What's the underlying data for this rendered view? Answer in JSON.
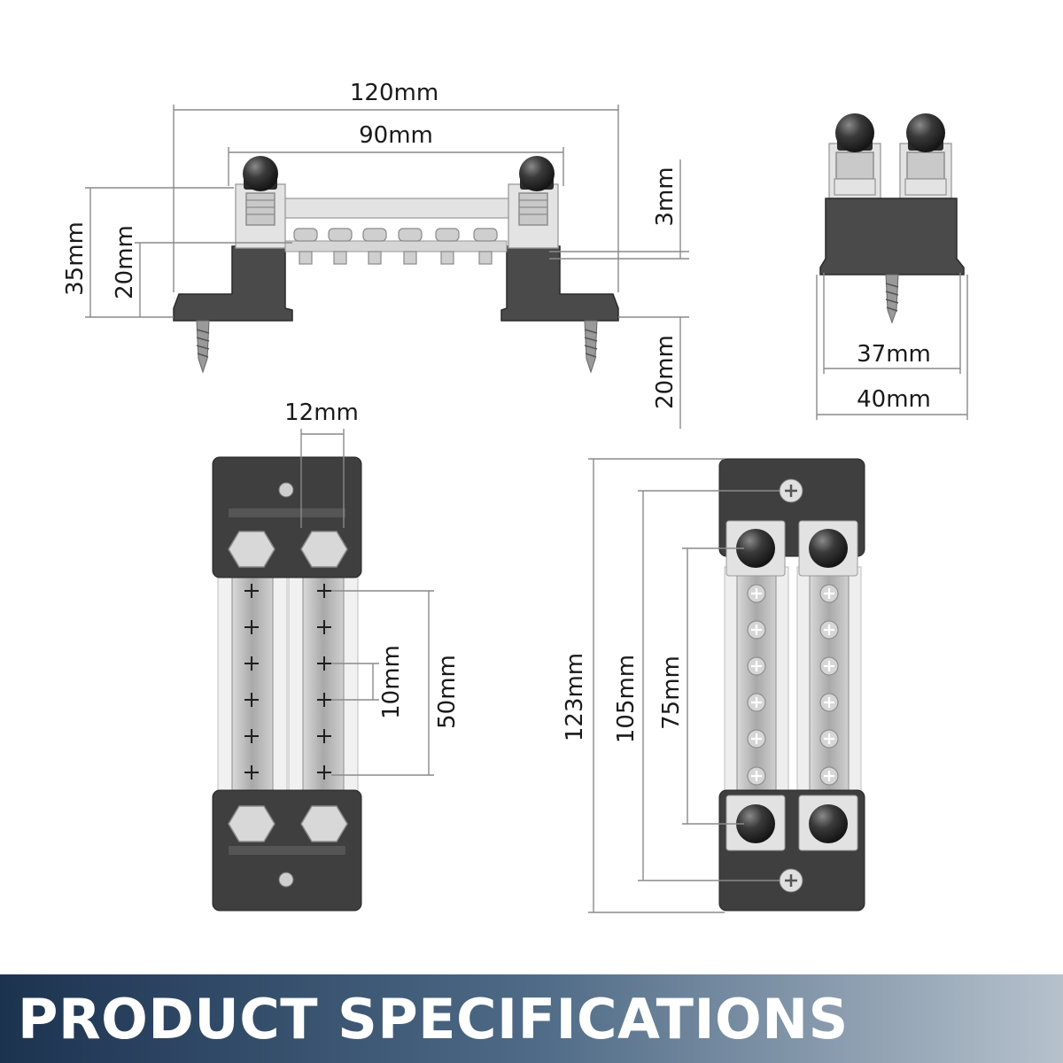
{
  "banner": {
    "title": "PRODUCT SPECIFICATIONS"
  },
  "side_view": {
    "width_total": "120mm",
    "width_posts": "90mm",
    "height_total": "35mm",
    "height_bar": "20mm",
    "bar_thickness": "3mm",
    "screw_length": "20mm"
  },
  "end_view": {
    "inner_width": "37mm",
    "outer_width": "40mm"
  },
  "top_view_left": {
    "post_spacing": "12mm",
    "stud_pitch": "10mm",
    "stud_span": "50mm"
  },
  "top_view_right": {
    "overall_length": "123mm",
    "mount_spacing": "105mm",
    "post_spacing": "75mm"
  },
  "colors": {
    "banner_start": "#1c3350",
    "banner_end": "#b6c1cc",
    "body": "#4a4a4a",
    "metal": "#c9c9c9"
  }
}
